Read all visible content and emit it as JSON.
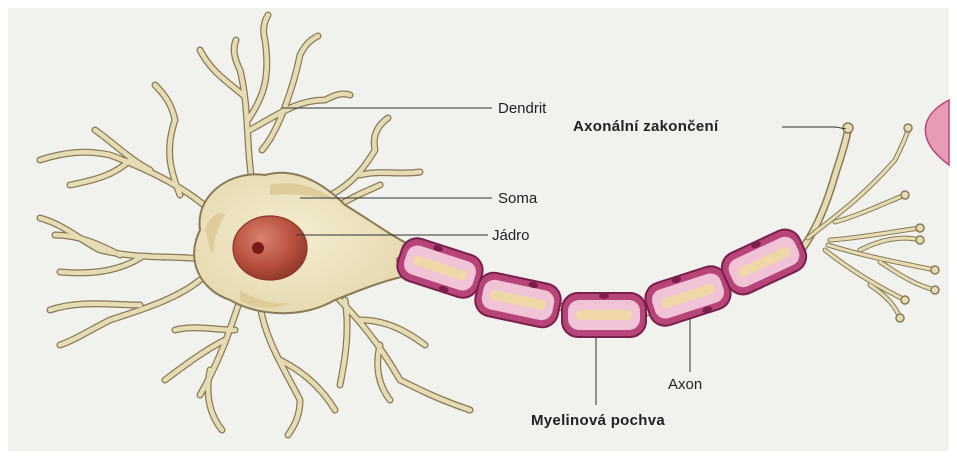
{
  "labels": {
    "dendrit": "Dendrit",
    "soma": "Soma",
    "jadro": "Jádro",
    "axonalni_zakonceni": "Axonální zakončení",
    "axon": "Axon",
    "myelinova_pochva": "Myelinová pochva"
  },
  "colors": {
    "background": "#f1f1ee",
    "dendrite_fill": "#e6dcb3",
    "dendrite_stroke": "#8a7a58",
    "nucleus": "#b8503f",
    "nucleolus": "#7a1a1a",
    "myelin_outer": "#b8457a",
    "myelin_inner": "#f0c4d6",
    "axon_core": "#efd7a8",
    "terminal_pink": "#e79bb5"
  }
}
